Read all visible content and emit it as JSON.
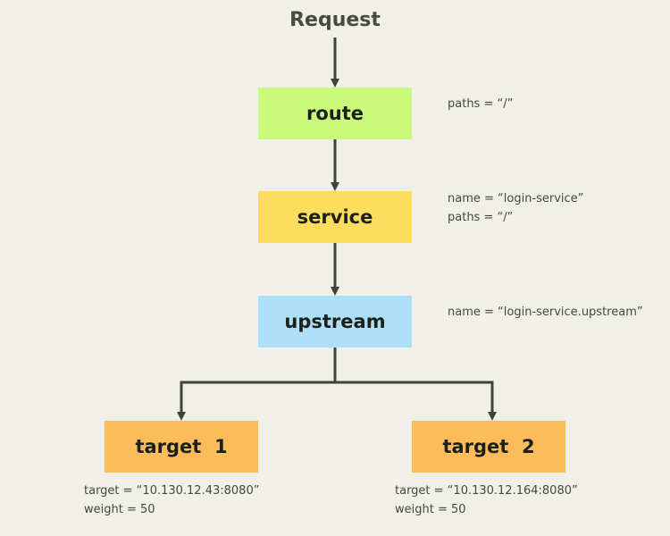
{
  "title": "Request",
  "colors": {
    "route": "#c9fa7a",
    "service": "#fddc5e",
    "upstream": "#addff8",
    "target": "#fdbc5a",
    "line": "#3d4538"
  },
  "nodes": {
    "route": {
      "label": "route",
      "notes": [
        "paths = “/”"
      ]
    },
    "service": {
      "label": "service",
      "notes": [
        "name = “login-service”",
        "paths = “/”"
      ]
    },
    "upstream": {
      "label": "upstream",
      "notes": [
        "name = “login-service.upstream”"
      ]
    },
    "target1": {
      "label": "target  1",
      "notes": [
        "target = “10.130.12.43:8080”",
        "weight = 50"
      ]
    },
    "target2": {
      "label": "target  2",
      "notes": [
        "target = “10.130.12.164:8080”",
        "weight = 50"
      ]
    }
  }
}
